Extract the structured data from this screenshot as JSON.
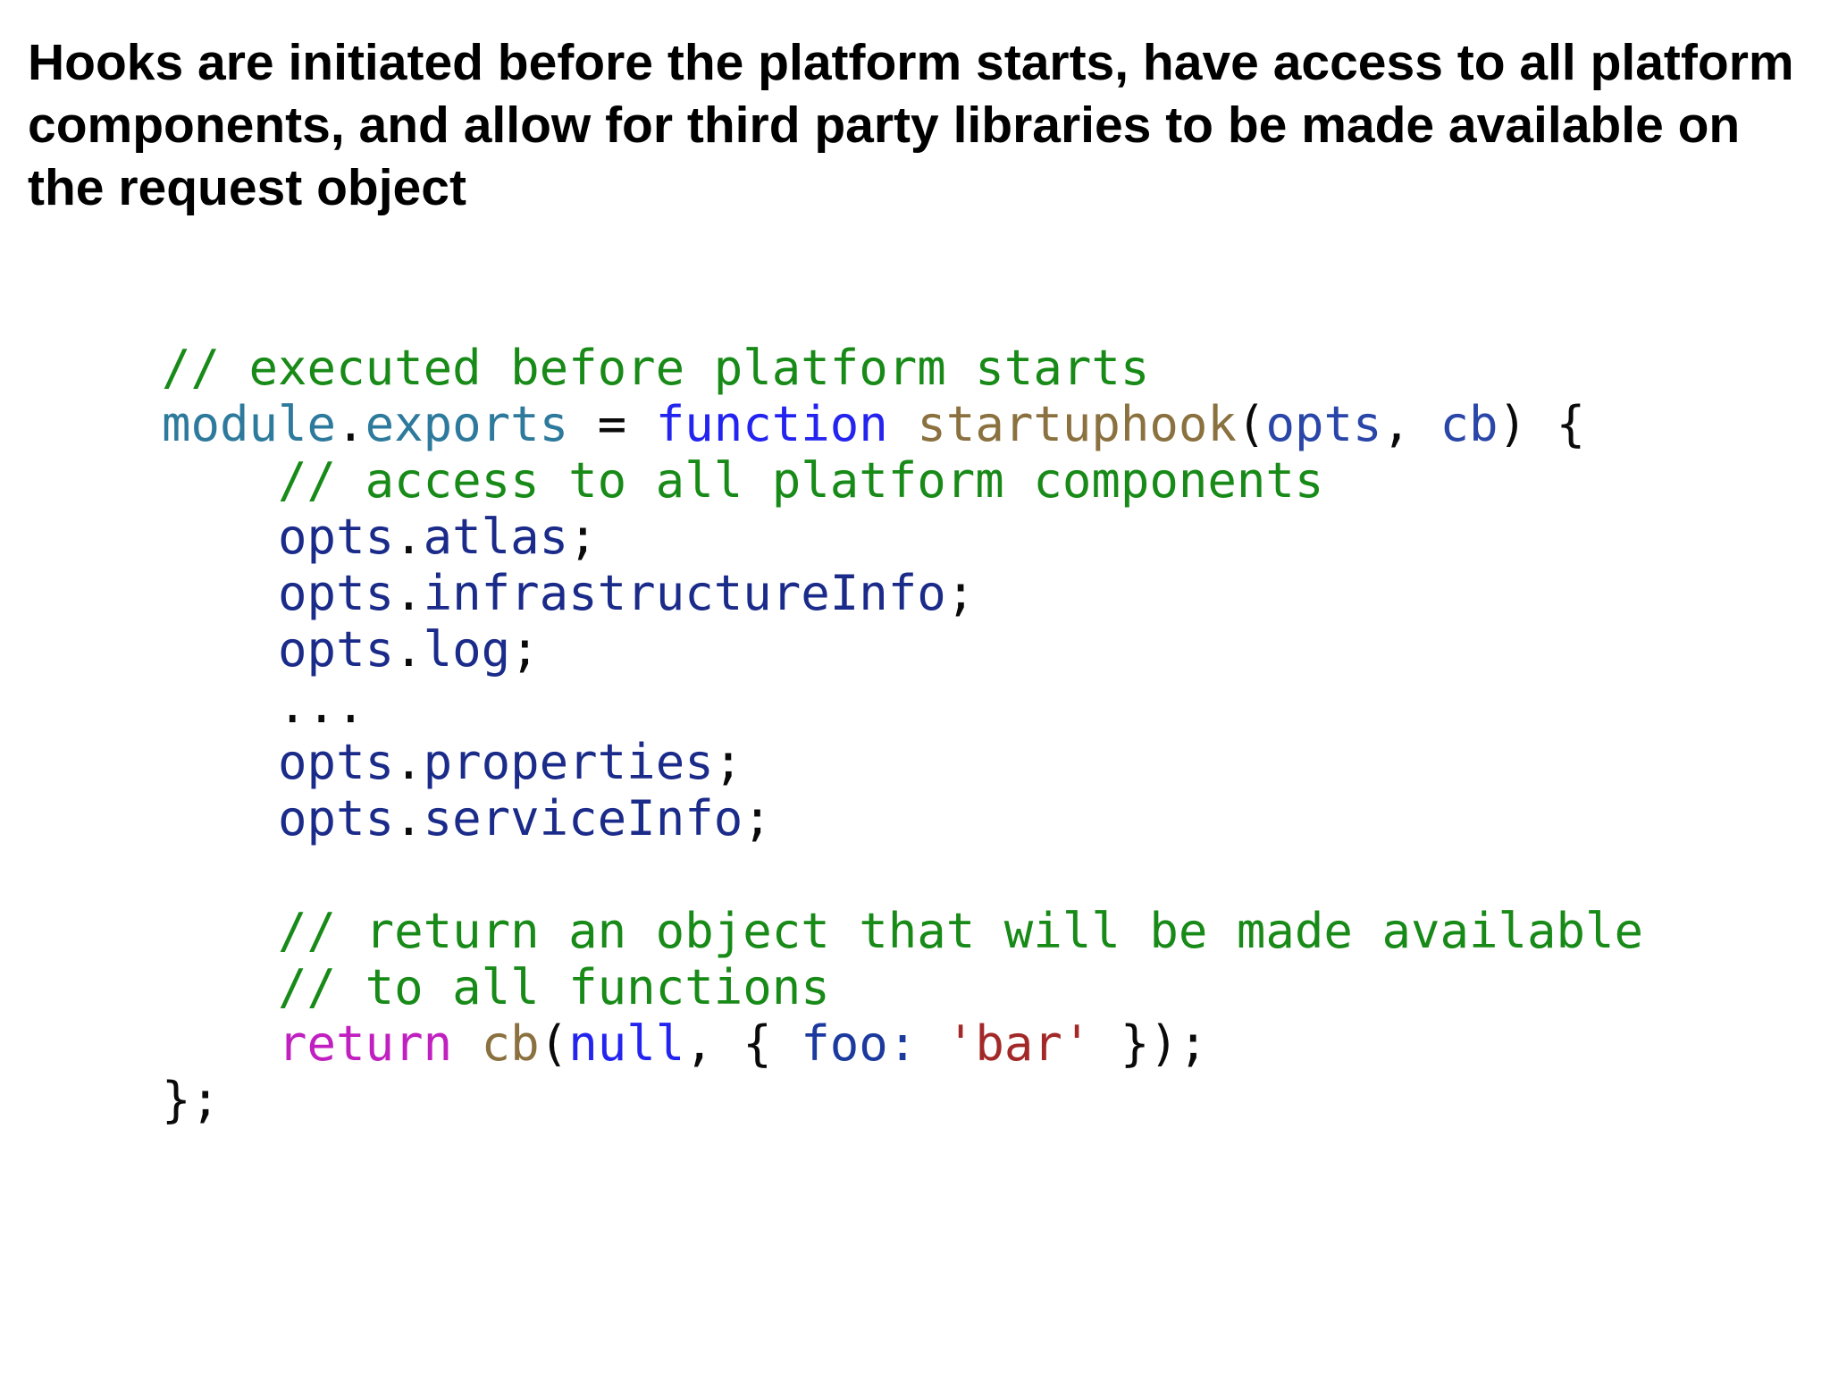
{
  "page": {
    "background": "#ffffff"
  },
  "heading": {
    "text": "Hooks are initiated before the platform starts, have access to all platform\ncomponents, and allow for third party libraries to be made available on\nthe request object",
    "color": "#000000"
  },
  "code": {
    "language": "javascript",
    "token_colors": {
      "plain": "#0a0a0a",
      "comment": "#188a18",
      "namespace": "#2e7a9c",
      "keyword": "#2424f0",
      "function_name": "#8a713f",
      "parameter": "#2946a8",
      "property_key": "#1c3a9e",
      "member": "#1b2b8a",
      "return_keyword": "#c120c1",
      "string": "#a32929"
    },
    "lines": [
      [
        {
          "t": "comment",
          "s": "// executed before platform starts"
        }
      ],
      [
        {
          "t": "namespace",
          "s": "module"
        },
        {
          "t": "plain",
          "s": "."
        },
        {
          "t": "namespace",
          "s": "exports"
        },
        {
          "t": "plain",
          "s": " = "
        },
        {
          "t": "keyword",
          "s": "function"
        },
        {
          "t": "plain",
          "s": " "
        },
        {
          "t": "function_name",
          "s": "startuphook"
        },
        {
          "t": "plain",
          "s": "("
        },
        {
          "t": "parameter",
          "s": "opts"
        },
        {
          "t": "plain",
          "s": ", "
        },
        {
          "t": "parameter",
          "s": "cb"
        },
        {
          "t": "plain",
          "s": ") {"
        }
      ],
      [
        {
          "t": "comment",
          "s": "    // access to all platform components"
        }
      ],
      [
        {
          "t": "plain",
          "s": "    "
        },
        {
          "t": "member",
          "s": "opts"
        },
        {
          "t": "plain",
          "s": "."
        },
        {
          "t": "member",
          "s": "atlas"
        },
        {
          "t": "plain",
          "s": ";"
        }
      ],
      [
        {
          "t": "plain",
          "s": "    "
        },
        {
          "t": "member",
          "s": "opts"
        },
        {
          "t": "plain",
          "s": "."
        },
        {
          "t": "member",
          "s": "infrastructureInfo"
        },
        {
          "t": "plain",
          "s": ";"
        }
      ],
      [
        {
          "t": "plain",
          "s": "    "
        },
        {
          "t": "member",
          "s": "opts"
        },
        {
          "t": "plain",
          "s": "."
        },
        {
          "t": "member",
          "s": "log"
        },
        {
          "t": "plain",
          "s": ";"
        }
      ],
      [
        {
          "t": "plain",
          "s": "    ..."
        }
      ],
      [
        {
          "t": "plain",
          "s": "    "
        },
        {
          "t": "member",
          "s": "opts"
        },
        {
          "t": "plain",
          "s": "."
        },
        {
          "t": "member",
          "s": "properties"
        },
        {
          "t": "plain",
          "s": ";"
        }
      ],
      [
        {
          "t": "plain",
          "s": "    "
        },
        {
          "t": "member",
          "s": "opts"
        },
        {
          "t": "plain",
          "s": "."
        },
        {
          "t": "member",
          "s": "serviceInfo"
        },
        {
          "t": "plain",
          "s": ";"
        }
      ],
      [],
      [
        {
          "t": "comment",
          "s": "    // return an object that will be made available"
        }
      ],
      [
        {
          "t": "comment",
          "s": "    // to all functions"
        }
      ],
      [
        {
          "t": "plain",
          "s": "    "
        },
        {
          "t": "return_keyword",
          "s": "return"
        },
        {
          "t": "plain",
          "s": " "
        },
        {
          "t": "function_name",
          "s": "cb"
        },
        {
          "t": "plain",
          "s": "("
        },
        {
          "t": "keyword",
          "s": "null"
        },
        {
          "t": "plain",
          "s": ", { "
        },
        {
          "t": "property_key",
          "s": "foo:"
        },
        {
          "t": "plain",
          "s": " "
        },
        {
          "t": "string",
          "s": "'bar'"
        },
        {
          "t": "plain",
          "s": " });"
        }
      ],
      [
        {
          "t": "plain",
          "s": "};"
        }
      ]
    ]
  }
}
